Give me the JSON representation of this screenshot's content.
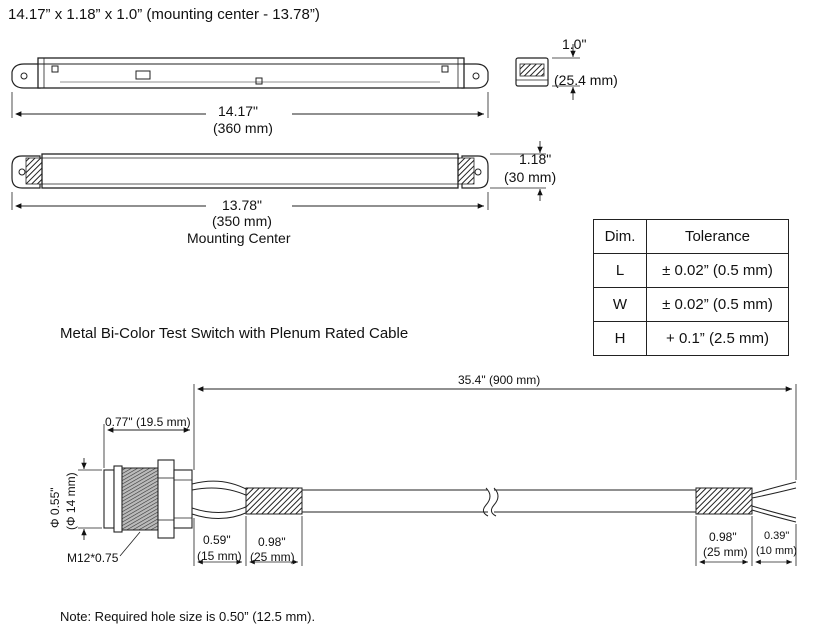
{
  "header": {
    "title": "14.17” x 1.18” x 1.0” (mounting center - 13.78”)"
  },
  "driver_top_view": {
    "length_in": "14.17\"",
    "length_mm": "(360 mm)",
    "height_in": "1.0\"",
    "height_mm": "(25.4 mm)"
  },
  "driver_side_view": {
    "mount_in": "13.78\"",
    "mount_mm": "(350 mm)",
    "mount_label": "Mounting Center",
    "width_in": "1.18\"",
    "width_mm": "(30 mm)"
  },
  "tolerance_table": {
    "headers": [
      "Dim.",
      "Tolerance"
    ],
    "rows": [
      {
        "dim": "L",
        "tolerance": "± 0.02” (0.5 mm)"
      },
      {
        "dim": "W",
        "tolerance": "± 0.02” (0.5 mm)"
      },
      {
        "dim": "H",
        "tolerance": "+ 0.1” (2.5 mm)"
      }
    ]
  },
  "switch": {
    "title": "Metal Bi-Color Test Switch with Plenum Rated Cable",
    "cable_length": "35.4\" (900 mm)",
    "head_length": "0.77\" (19.5 mm)",
    "dia_in": "Φ 0.55\"",
    "dia_mm": "(Φ 14 mm)",
    "thread": "M12*0.75",
    "seg1_in": "0.59\"",
    "seg1_mm": "(15 mm)",
    "seg2_in": "0.98\"",
    "seg2_mm": "(25 mm)",
    "seg3_in": "0.98\"",
    "seg3_mm": "(25 mm)",
    "seg4_in": "0.39\"",
    "seg4_mm": "(10 mm)"
  },
  "note": "Note: Required hole size is 0.50” (12.5 mm)."
}
